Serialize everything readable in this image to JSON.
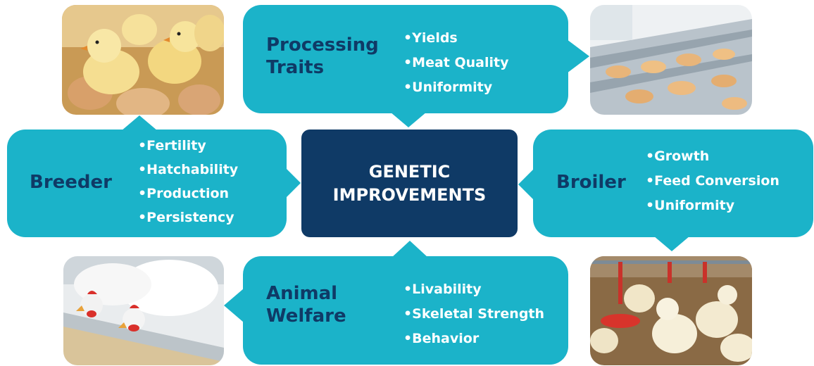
{
  "center": {
    "line1": "GENETIC",
    "line2": "IMPROVEMENTS"
  },
  "processing": {
    "title_line1": "Processing",
    "title_line2": "Traits",
    "items": [
      "Yields",
      "Meat Quality",
      "Uniformity"
    ]
  },
  "breeder": {
    "title": "Breeder",
    "items": [
      "Fertility",
      "Hatchability",
      "Production",
      "Persistency"
    ]
  },
  "broiler": {
    "title": "Broiler",
    "items": [
      "Growth",
      "Feed Conversion",
      "Uniformity"
    ]
  },
  "welfare": {
    "title_line1": "Animal",
    "title_line2": "Welfare",
    "items": [
      "Livability",
      "Skeletal Strength",
      "Behavior"
    ]
  },
  "photos": {
    "chicks_eggs": "chicks-hatching-photo",
    "processing_line": "processing-conveyor-photo",
    "hens_feeding": "white-hens-feeding-photo",
    "broiler_chicks": "broiler-chicks-drinkers-photo"
  },
  "colors": {
    "bubble": "#1bb3c9",
    "center": "#0f3a66",
    "title": "#0f3a66",
    "text": "#ffffff"
  }
}
